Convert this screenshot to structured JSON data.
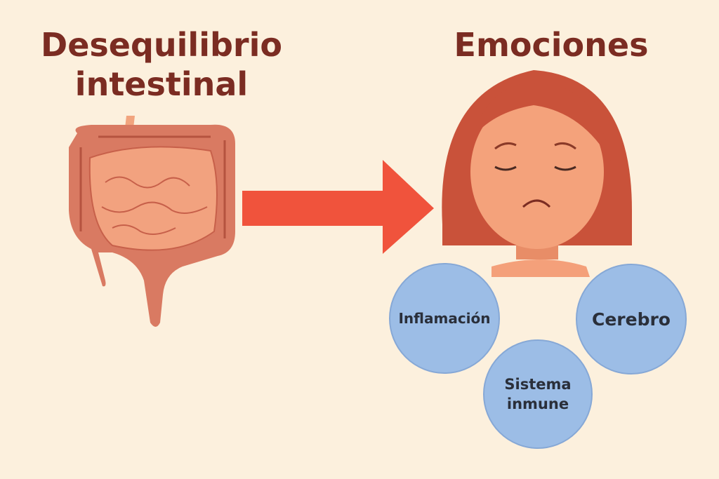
{
  "left_title": "Desequilibrio intestinal",
  "right_title": "Emociones",
  "bubbles": [
    "Inflamación",
    "Cerebro",
    "Sistema inmune"
  ],
  "colors": {
    "background": "#fcf0dd",
    "title": "#7b2c22",
    "arrow": "#f0533c",
    "bubble": "#9cbde6"
  }
}
